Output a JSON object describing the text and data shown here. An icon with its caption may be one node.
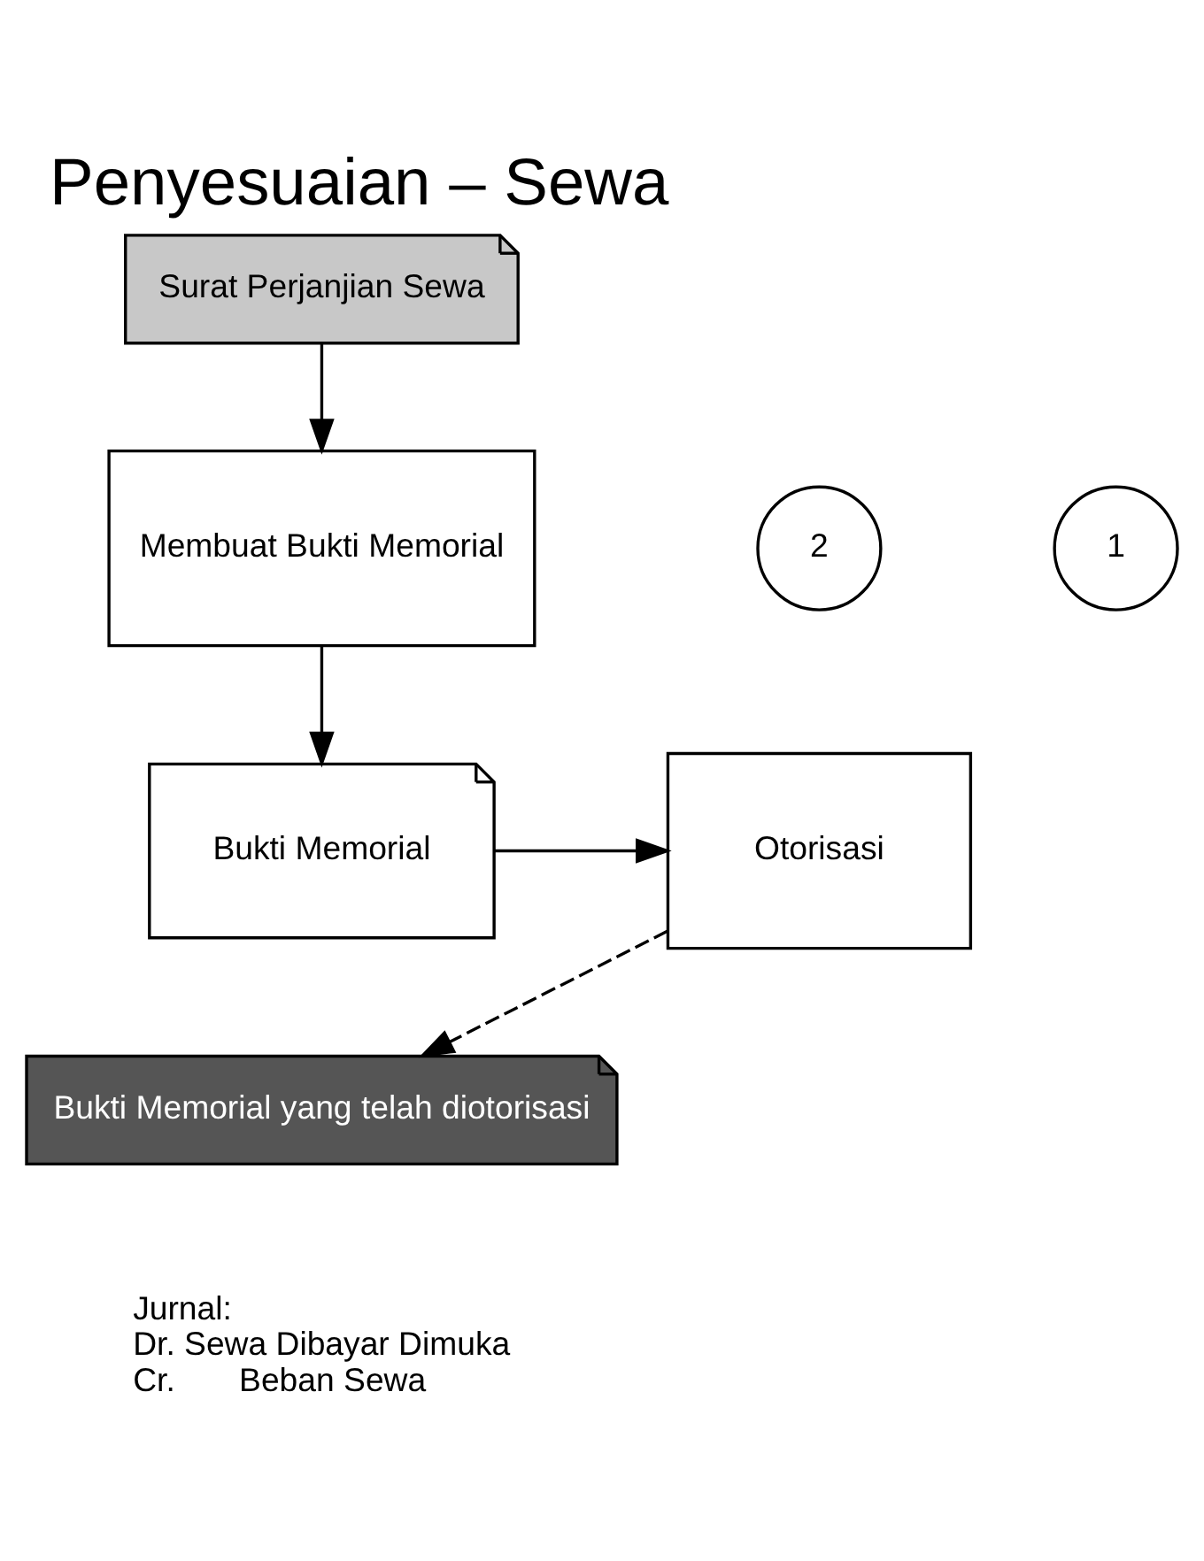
{
  "diagram": {
    "title": "Penyesuaian – Sewa",
    "nodes": [
      {
        "text": [
          "Surat Perjanjian Sewa"
        ]
      },
      {
        "text": [
          "1"
        ]
      },
      {
        "text": [
          "Membuat Bukti Memorial"
        ]
      },
      {
        "text": [
          "2"
        ]
      },
      {
        "text": [
          "Bukti Memorial"
        ]
      },
      {
        "text": [
          "Otorisasi"
        ]
      },
      {
        "text": [
          "Bukti Memorial yang telah diotorisasi"
        ]
      }
    ],
    "edges": [
      {
        "from": 0,
        "to": 2,
        "arrow": "to"
      },
      {
        "from": 2,
        "to": 4,
        "arrow": "to"
      },
      {
        "from": 4,
        "to": 5,
        "arrow": "to"
      },
      {
        "from": 5,
        "to": 6,
        "arrow": "to",
        "style": "dashed"
      }
    ],
    "labels": [
      "Jurnal:",
      "Dr. Sewa Dibayar Dimuka",
      "Cr.       Beban Sewa"
    ]
  }
}
